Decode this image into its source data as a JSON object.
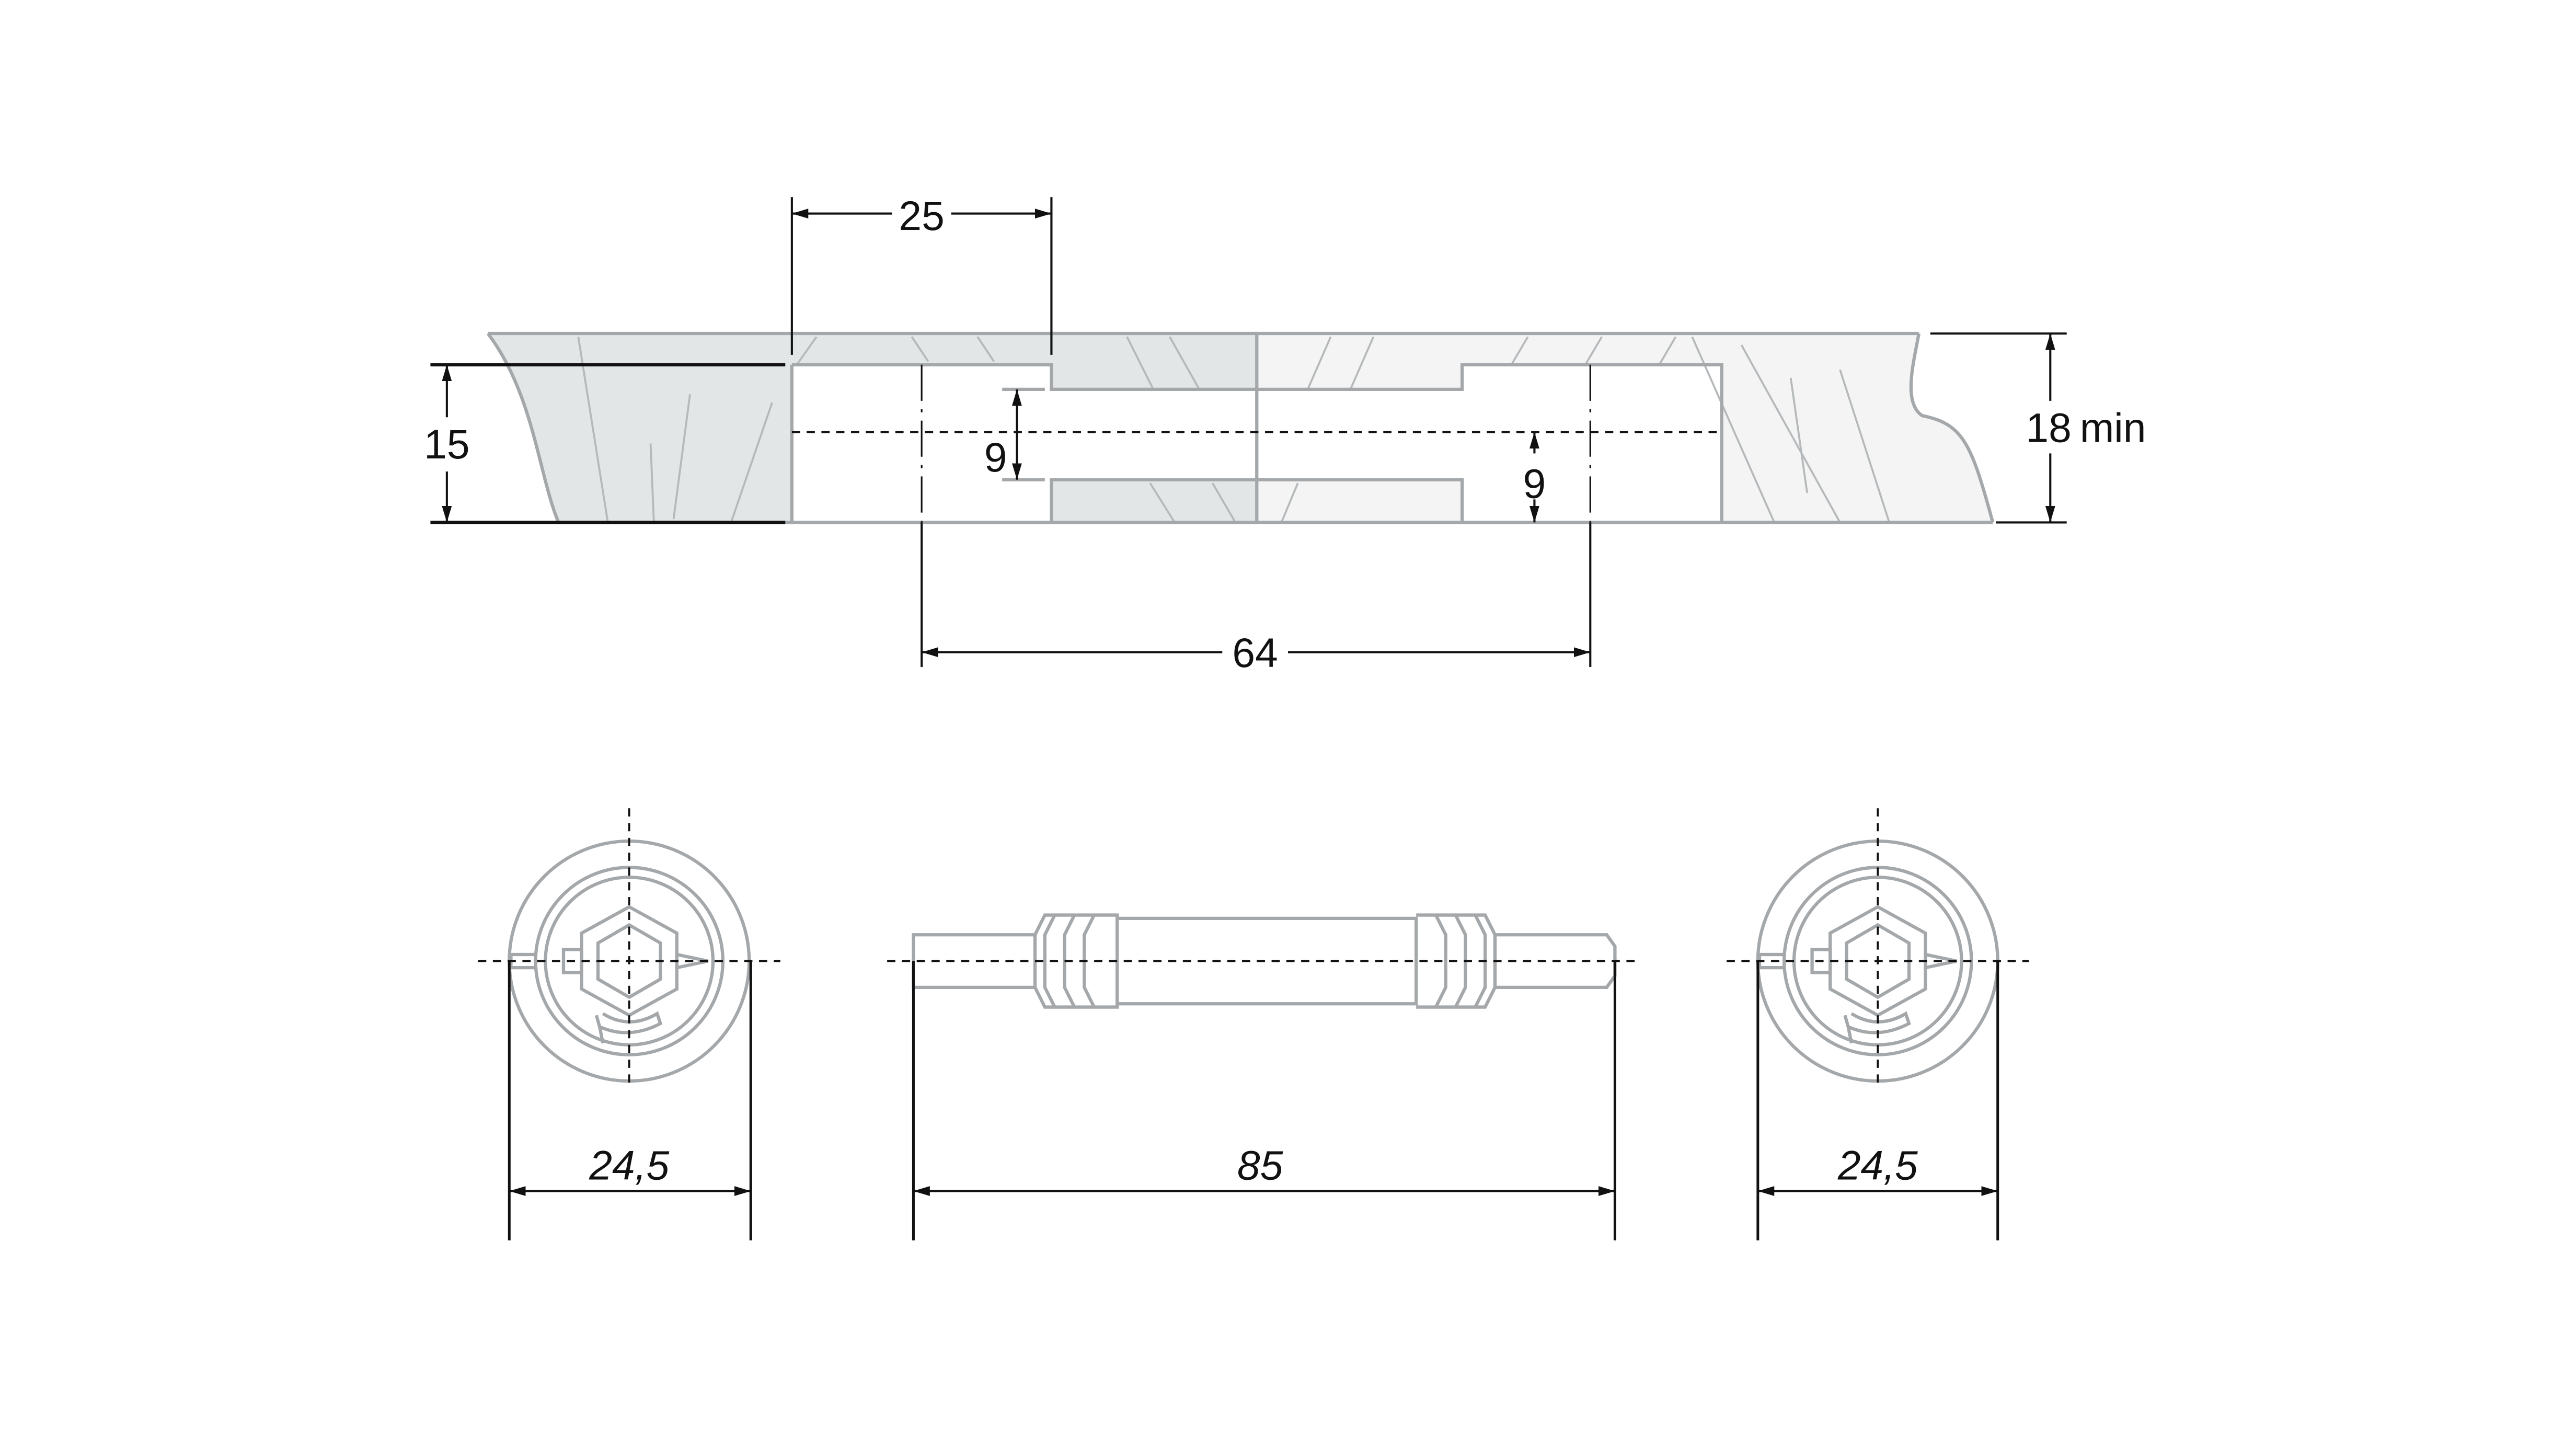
{
  "colors": {
    "wood_dark": "#e2e6e7",
    "wood_light": "#f4f4f4",
    "outline": "#a5a8aa",
    "dimension": "#111111"
  },
  "section_view": {
    "dim_hole_depth": "25",
    "dim_panel_thickness": "15",
    "dim_bore_left": "9",
    "dim_bore_right": "9",
    "dim_min_thickness_value": "18",
    "dim_min_thickness_suffix": "min",
    "dim_hole_spacing": "64"
  },
  "parts_view": {
    "left_cam_diameter": "24,5",
    "dowel_length": "85",
    "right_cam_diameter": "24,5"
  }
}
